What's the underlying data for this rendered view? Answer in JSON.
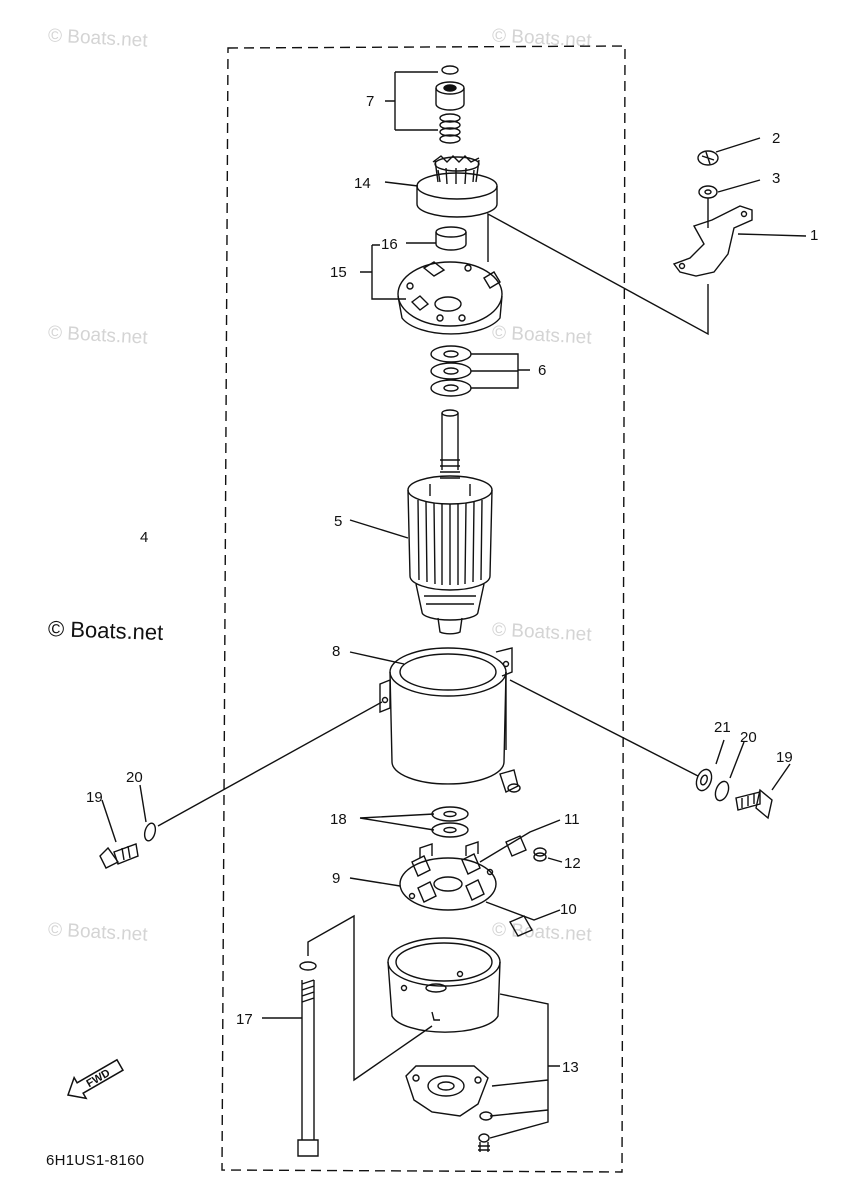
{
  "diagram": {
    "callouts": {
      "c1": "1",
      "c2": "2",
      "c3": "3",
      "c4": "4",
      "c5": "5",
      "c6": "6",
      "c7": "7",
      "c8": "8",
      "c9": "9",
      "c10": "10",
      "c11": "11",
      "c12": "12",
      "c13": "13",
      "c14": "14",
      "c15": "15",
      "c16": "16",
      "c17": "17",
      "c18": "18",
      "c19a": "19",
      "c19b": "19",
      "c20a": "20",
      "c20b": "20",
      "c21": "21"
    },
    "fwd_label": "FWD",
    "diagram_code": "6H1US1-8160"
  },
  "watermarks": {
    "main": "© Boats.net",
    "faint": "© Boats.net"
  }
}
